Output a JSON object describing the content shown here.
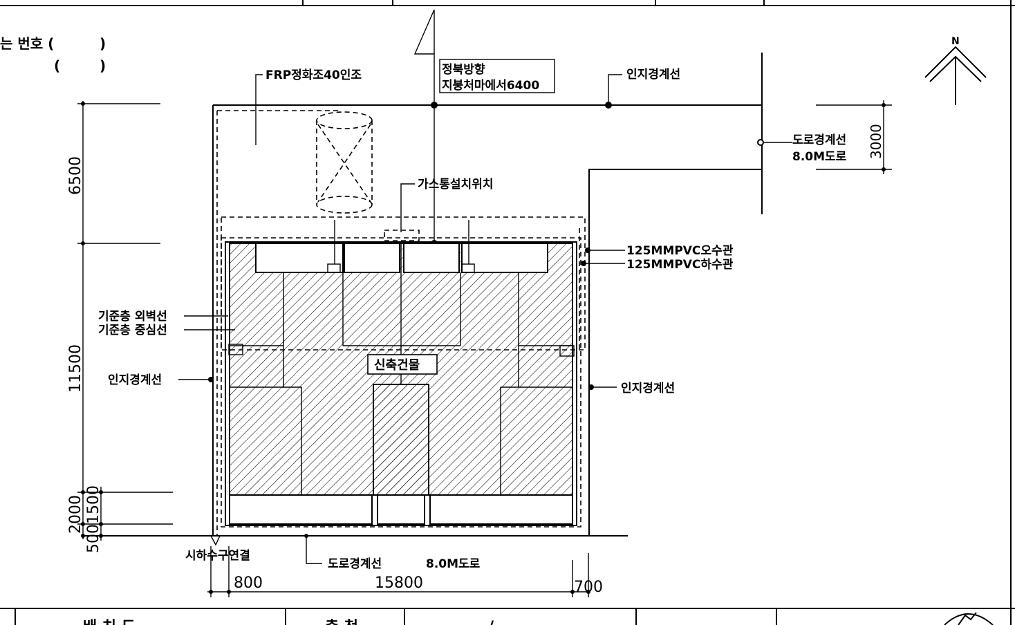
{
  "header": {
    "number_label": "는 번호 (",
    "number_close": ")",
    "number_open2": "(",
    "number_close2": ")"
  },
  "labels": {
    "frp": "FRP정화조40인조",
    "north_dir_1": "정북방향",
    "north_dir_2": "지붕처마에서6400",
    "site_line_top": "인지경계선",
    "road_line_right": "도로경계선",
    "road_right": "8.0M도로",
    "gas_meter": "가스통설치위치",
    "pvc_sewage": "125MMPVC오수관",
    "pvc_drain": "125MMPVC하수관",
    "std_outer_wall": "기준층 외벽선",
    "std_center": "기준층 중심선",
    "site_line_left": "인지경계선",
    "site_line_right": "인지경계선",
    "new_building": "신축건물",
    "sewer_connect": "시하수구연결",
    "road_line_bottom": "도로경계선",
    "road_bottom": "8.0M도로",
    "north": "N"
  },
  "dimensions": {
    "d6500": "6500",
    "d11500": "11500",
    "d2000": "2000",
    "d1500": "1500",
    "d500": "500",
    "d3000": "3000",
    "d800": "800",
    "d15800": "15800",
    "d700": "700"
  },
  "footer": {
    "cell1": "배 치 도",
    "cell2": "축 척",
    "cell3": "/"
  },
  "colors": {
    "ink": "#000000",
    "paper": "#ffffff"
  }
}
